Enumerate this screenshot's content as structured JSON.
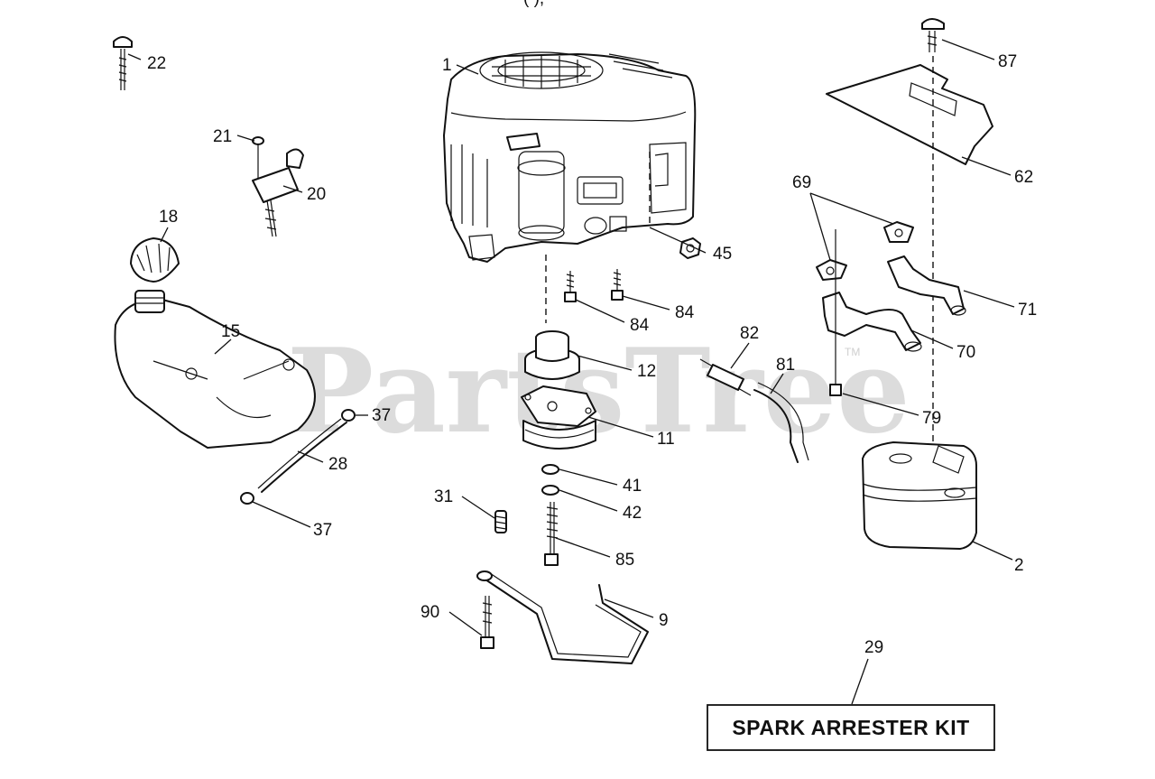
{
  "watermark": {
    "text": "PartsTree",
    "trademark": "TM"
  },
  "header_fragment": "(                    ),",
  "kit_box": {
    "label": "SPARK ARRESTER KIT"
  },
  "callouts": {
    "c1": "1",
    "c2": "2",
    "c9": "9",
    "c11": "11",
    "c12": "12",
    "c15": "15",
    "c18": "18",
    "c20": "20",
    "c21": "21",
    "c22": "22",
    "c28": "28",
    "c29": "29",
    "c31": "31",
    "c37a": "37",
    "c37b": "37",
    "c41": "41",
    "c42": "42",
    "c45": "45",
    "c62": "62",
    "c69": "69",
    "c70": "70",
    "c71": "71",
    "c79": "79",
    "c81": "81",
    "c82": "82",
    "c84a": "84",
    "c84b": "84",
    "c85": "85",
    "c87": "87",
    "c90": "90"
  },
  "parts": {
    "engine": "engine-icon",
    "muffler": "muffler-icon",
    "fuel_tank": "fuel-tank-icon",
    "fuel_cap": "fuel-cap-icon",
    "pulley": "pulley-icon",
    "clutch": "pto-clutch-icon",
    "heat_shield": "heat-shield-icon",
    "exhaust_pipe": "exhaust-pipe-icon"
  }
}
